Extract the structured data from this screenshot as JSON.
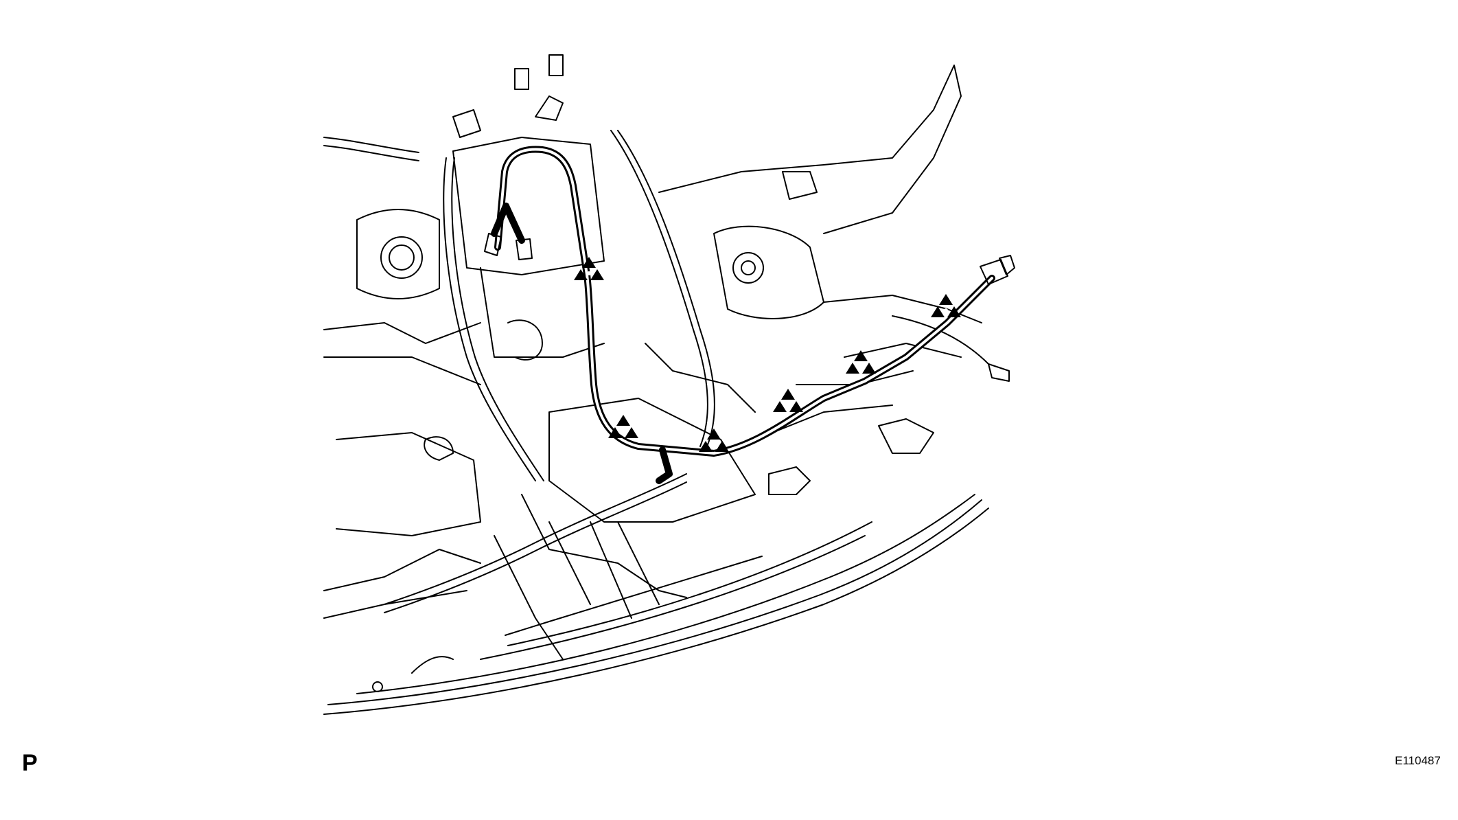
{
  "figure": {
    "corner_mark": "P",
    "code": "E110487"
  },
  "diagram": {
    "clips": [
      {
        "name": "clip-1"
      },
      {
        "name": "clip-2"
      },
      {
        "name": "clip-3"
      },
      {
        "name": "clip-4"
      },
      {
        "name": "clip-5"
      },
      {
        "name": "clip-6"
      }
    ],
    "colors": {
      "line": "#000000",
      "background": "#ffffff"
    }
  }
}
